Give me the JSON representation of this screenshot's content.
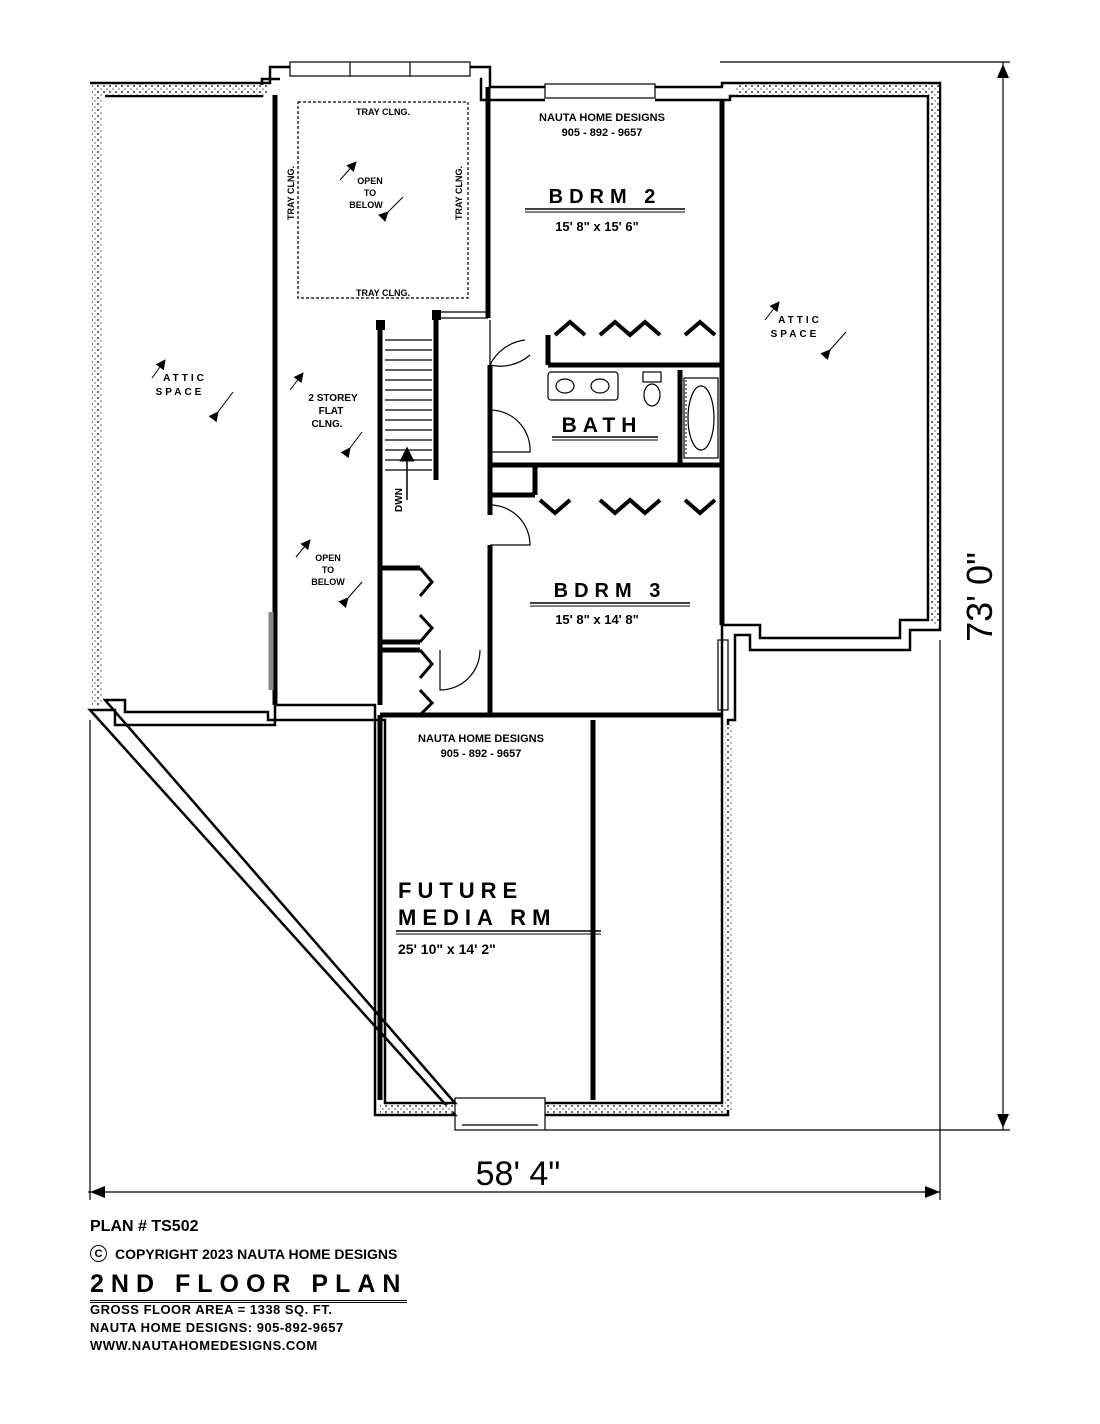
{
  "rooms": {
    "bdrm2": {
      "name": "BDRM 2",
      "size": "15' 8\" x 15' 6\""
    },
    "bdrm3": {
      "name": "BDRM 3",
      "size": "15' 8\" x 14' 8\""
    },
    "bath": {
      "name": "BATH"
    },
    "media": {
      "name_line1": "FUTURE",
      "name_line2": "MEDIA RM",
      "size": "25' 10\" x 14' 2\""
    }
  },
  "notes": {
    "tray": "TRAY CLNG.",
    "open_line1": "OPEN",
    "open_line2": "TO",
    "open_line3": "BELOW",
    "attic_line1": "ATTIC",
    "attic_line2": "SPACE",
    "storey_line1": "2 STOREY",
    "storey_line2": "FLAT",
    "storey_line3": "CLNG.",
    "stair": "DWN"
  },
  "watermark": {
    "company": "NAUTA HOME DESIGNS",
    "phone": "905 - 892 - 9657"
  },
  "dimensions": {
    "width": "58' 4\"",
    "depth": "73' 0\""
  },
  "info": {
    "plan_number": "PLAN # TS502",
    "copyright_symbol": "C",
    "copyright": "COPYRIGHT 2023 NAUTA HOME DESIGNS",
    "title": "2ND FLOOR PLAN",
    "gross_area": "GROSS FLOOR AREA = 1338 SQ. FT.",
    "phone_line": "NAUTA HOME DESIGNS: 905-892-9657",
    "website": "WWW.NAUTAHOMEDESIGNS.COM"
  }
}
